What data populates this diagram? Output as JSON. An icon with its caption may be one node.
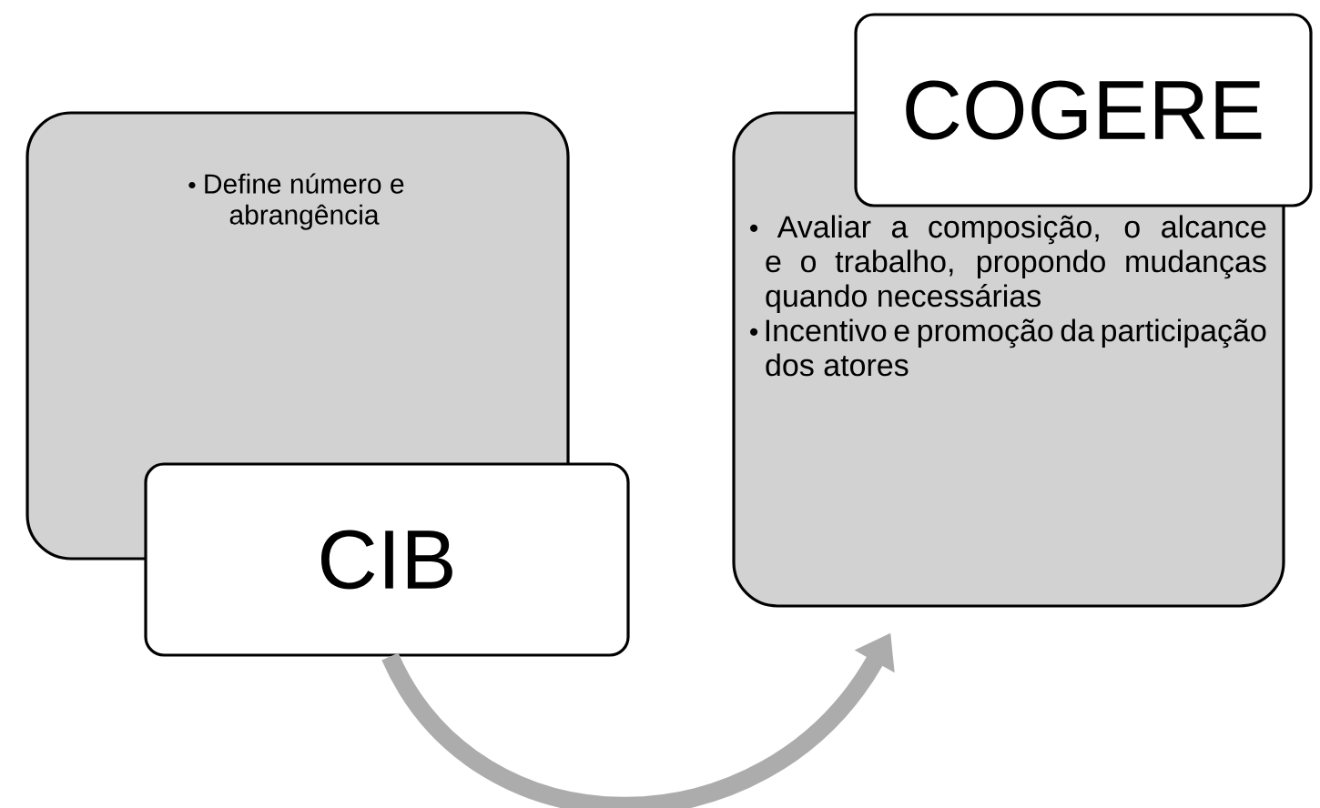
{
  "diagram": {
    "nodes": [
      {
        "text": [
          "Define número e abrangência"
        ]
      },
      {
        "text": [
          "CIB"
        ]
      },
      {
        "text": [
          "Avaliar a composição, o alcance e o trabalho, propondo mudanças quando necessárias",
          "Incentivo e promoção da participação dos atores"
        ]
      },
      {
        "text": [
          "COGERE"
        ]
      }
    ],
    "edges": [
      {
        "from": 1,
        "to": 2,
        "arrow": "to"
      }
    ]
  }
}
